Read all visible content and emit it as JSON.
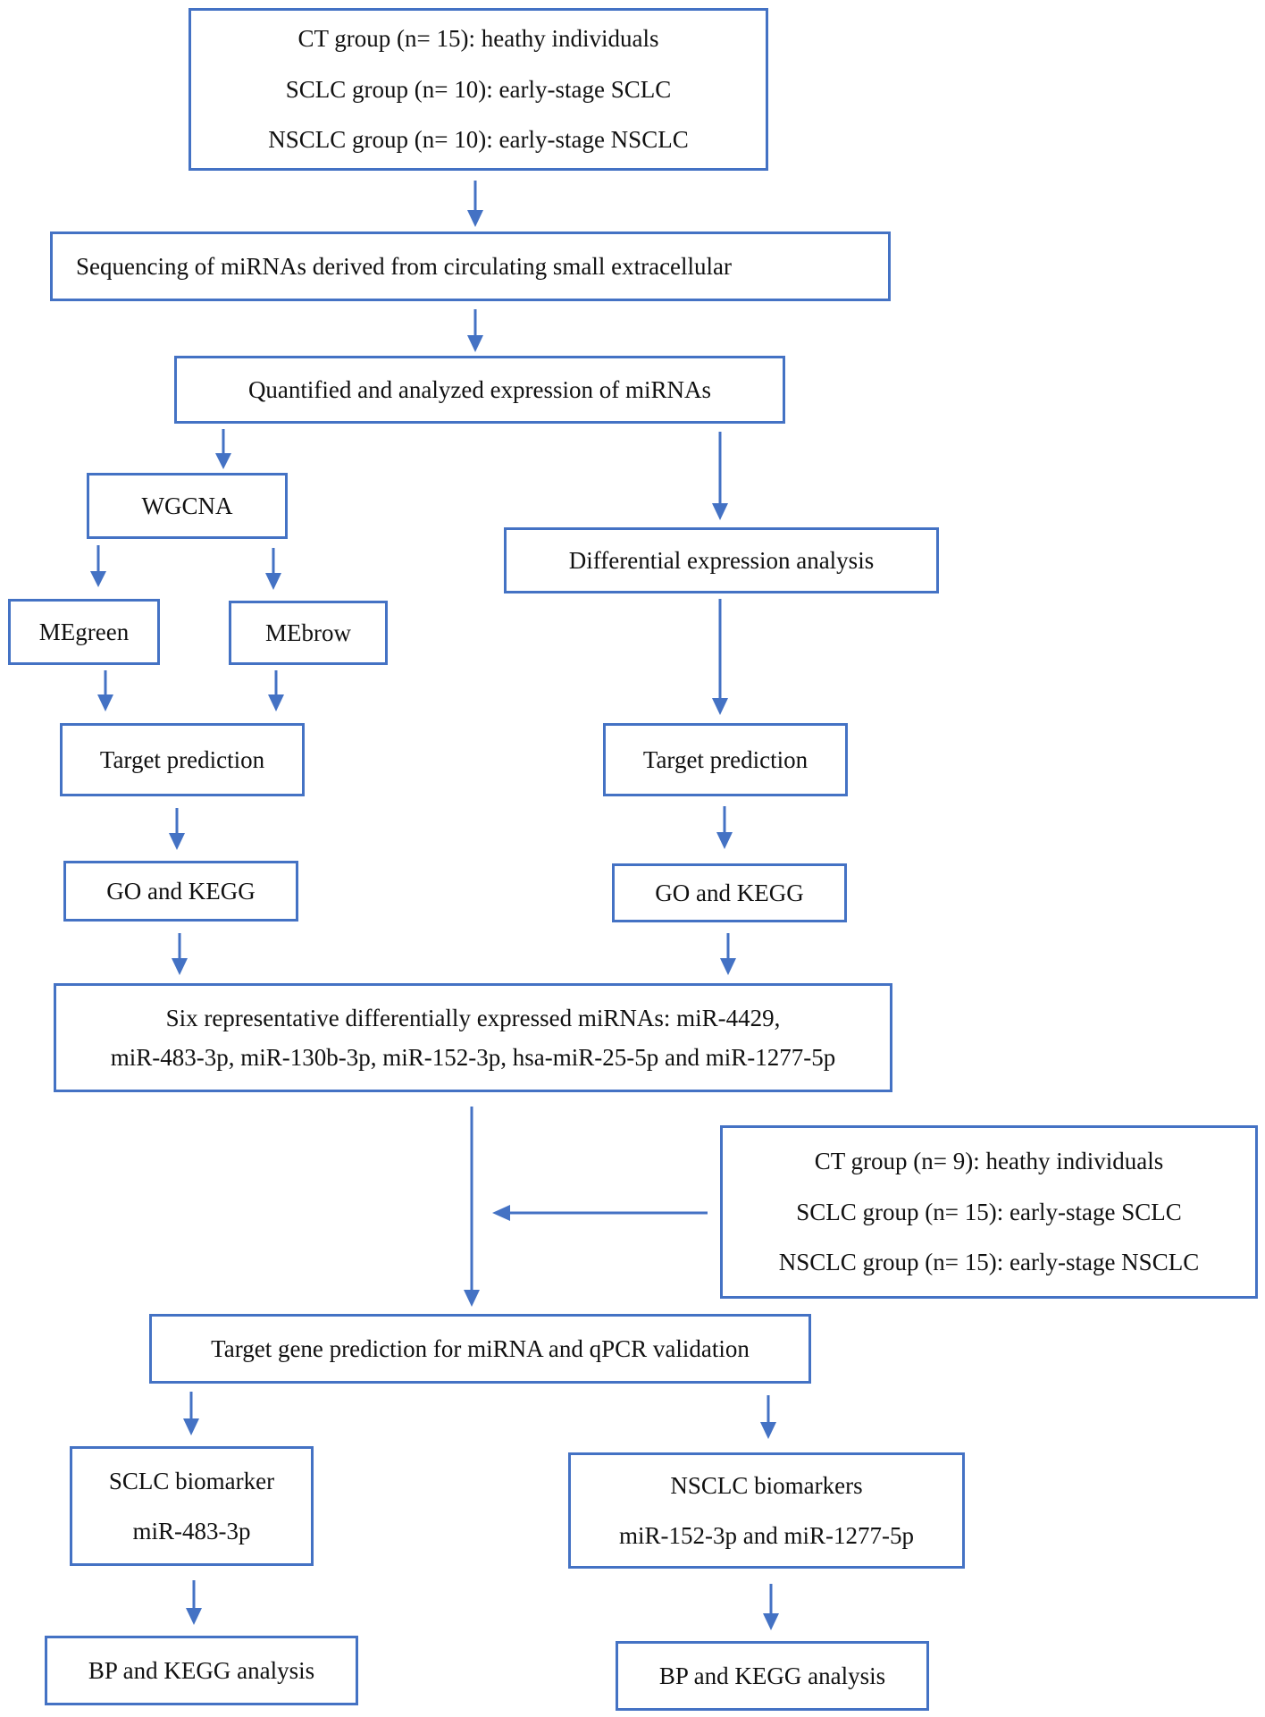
{
  "diagram": {
    "accent_color": "#4472c4",
    "nodes": {
      "groups_discovery": {
        "lines": [
          "CT group (n= 15): heathy individuals",
          "SCLC group (n= 10): early-stage SCLC",
          "NSCLC group (n= 10): early-stage NSCLC"
        ]
      },
      "sequencing": {
        "lines": [
          "Sequencing of miRNAs derived from circulating small extracellular"
        ]
      },
      "quantified": {
        "lines": [
          "Quantified and analyzed expression of miRNAs"
        ]
      },
      "wgcna": {
        "lines": [
          "WGCNA"
        ]
      },
      "megreen": {
        "lines": [
          "MEgreen"
        ]
      },
      "mebrow": {
        "lines": [
          "MEbrow"
        ]
      },
      "target_left": {
        "lines": [
          "Target prediction"
        ]
      },
      "go_kegg_left": {
        "lines": [
          "GO and KEGG"
        ]
      },
      "differential": {
        "lines": [
          "Differential expression analysis"
        ]
      },
      "target_right": {
        "lines": [
          "Target prediction"
        ]
      },
      "go_kegg_right": {
        "lines": [
          "GO and KEGG"
        ]
      },
      "six_mirnas": {
        "lines": [
          "Six representative differentially expressed miRNAs: miR-4429,",
          "miR-483-3p, miR-130b-3p, miR-152-3p, hsa-miR-25-5p and miR-1277-5p"
        ]
      },
      "groups_validation": {
        "lines": [
          "CT group (n= 9): heathy individuals",
          "SCLC group (n= 15): early-stage SCLC",
          "NSCLC group (n= 15): early-stage NSCLC"
        ]
      },
      "target_gene": {
        "lines": [
          "Target gene prediction for miRNA and qPCR validation"
        ]
      },
      "sclc_biomarker": {
        "lines": [
          "SCLC biomarker",
          "miR-483-3p"
        ]
      },
      "nsclc_biomarkers": {
        "lines": [
          "NSCLC biomarkers",
          "miR-152-3p and miR-1277-5p"
        ]
      },
      "bp_kegg_left": {
        "lines": [
          "BP and KEGG analysis"
        ]
      },
      "bp_kegg_right": {
        "lines": [
          "BP and KEGG analysis"
        ]
      }
    }
  }
}
